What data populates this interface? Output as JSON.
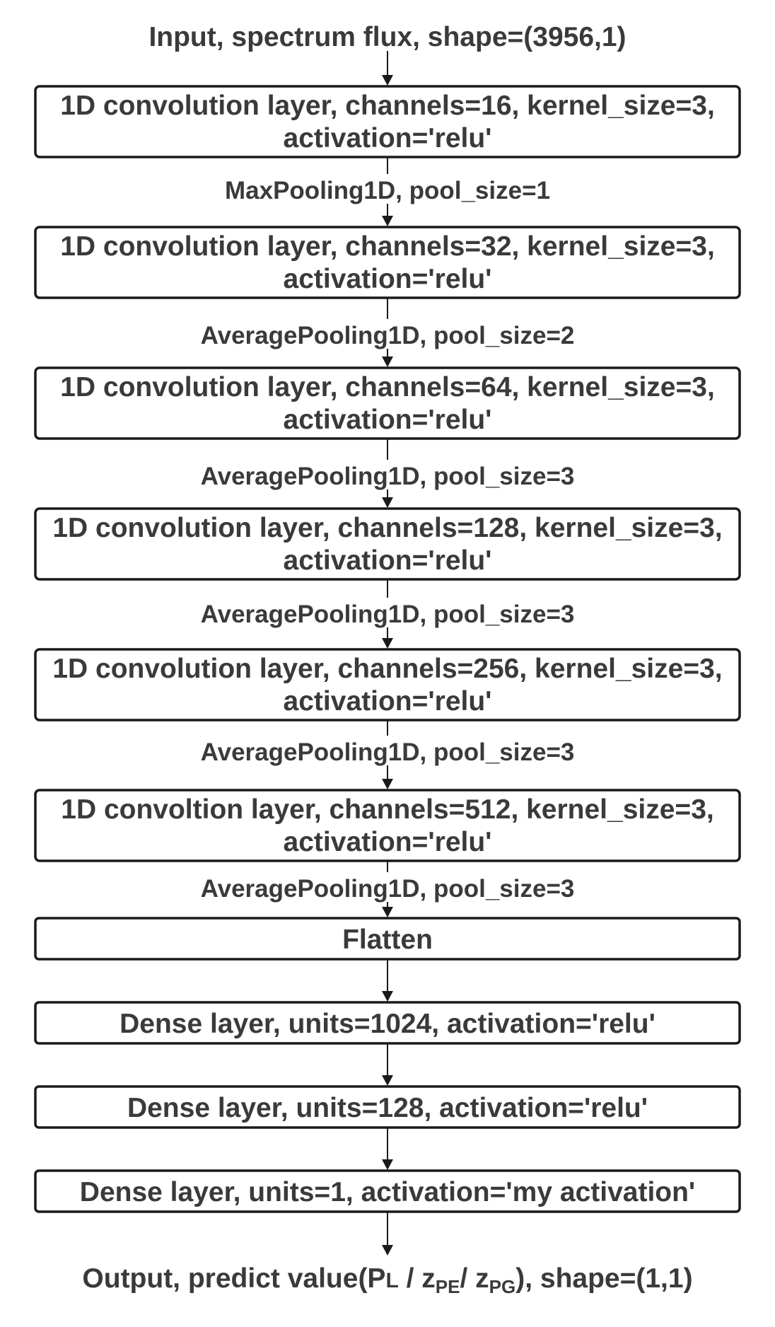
{
  "input": {
    "label": "Input, spectrum flux, shape=(3956,1)"
  },
  "nodes": [
    {
      "line1": "1D convolution layer, channels=16, kernel_size=3,",
      "line2": "activation='relu'"
    },
    {
      "line1": "1D convolution layer, channels=32, kernel_size=3,",
      "line2": "activation='relu'"
    },
    {
      "line1": "1D convolution layer, channels=64, kernel_size=3,",
      "line2": "activation='relu'"
    },
    {
      "line1": "1D convolution layer, channels=128, kernel_size=3,",
      "line2": "activation='relu'"
    },
    {
      "line1": "1D convolution layer, channels=256, kernel_size=3,",
      "line2": "activation='relu'"
    },
    {
      "line1": "1D convoltion layer, channels=512, kernel_size=3,",
      "line2": "activation='relu'"
    },
    {
      "line1": "Flatten"
    },
    {
      "line1": "Dense layer, units=1024, activation='relu'"
    },
    {
      "line1": "Dense layer, units=128, activation='relu'"
    },
    {
      "line1": "Dense layer, units=1, activation='my activation'"
    }
  ],
  "pooling": [
    "MaxPooling1D, pool_size=1",
    "AveragePooling1D, pool_size=2",
    "AveragePooling1D, pool_size=3",
    "AveragePooling1D, pool_size=3",
    "AveragePooling1D, pool_size=3",
    "AveragePooling1D, pool_size=3"
  ],
  "output": {
    "prefix": "Output, predict value(P",
    "sub_l": "L",
    "sep1": " / z",
    "sub_pe": "PE",
    "sep2": "/ z",
    "sub_pg": "PG",
    "suffix": "), shape=(1,1)"
  }
}
